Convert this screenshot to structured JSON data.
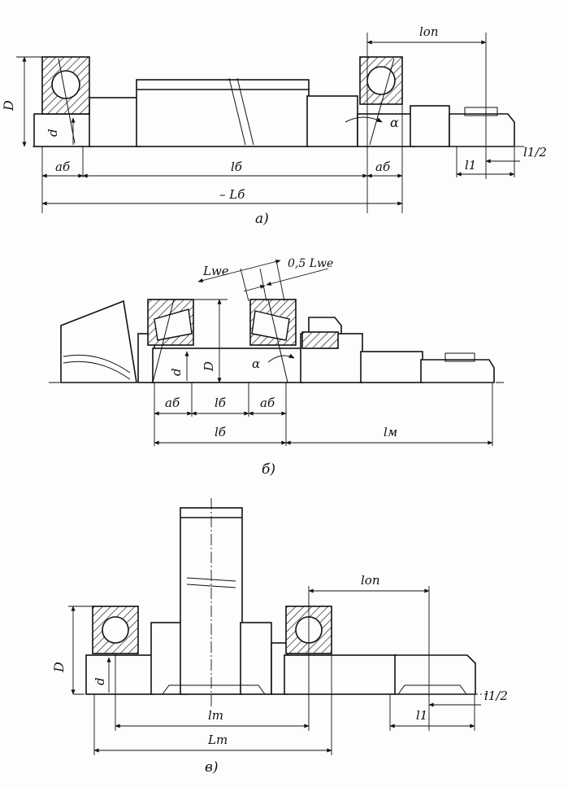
{
  "figure_a": {
    "caption": "а)",
    "labels": {
      "D": "D",
      "d": "d",
      "alpha": "α",
      "a_left": "aб",
      "a_right": "aб",
      "l_inner": "lб",
      "l_outer": "– Lб",
      "l_op": "lоп",
      "l1": "l1",
      "l1_half": "l1/2"
    }
  },
  "figure_b": {
    "caption": "б)",
    "labels": {
      "Lwe": "Lwe",
      "half_Lwe": "0,5 Lwe",
      "D": "D",
      "d": "d",
      "alpha": "α",
      "a_left": "aб",
      "l_mid": "lб",
      "a_right": "aб",
      "l_total": "lб",
      "l_m": "lм"
    }
  },
  "figure_c": {
    "caption": "в)",
    "labels": {
      "D": "D",
      "d": "d",
      "l_op": "lоп",
      "l1": "l1",
      "l1_half": "l1/2",
      "l_t_inner": "lт",
      "l_t_outer": "Lт"
    }
  }
}
